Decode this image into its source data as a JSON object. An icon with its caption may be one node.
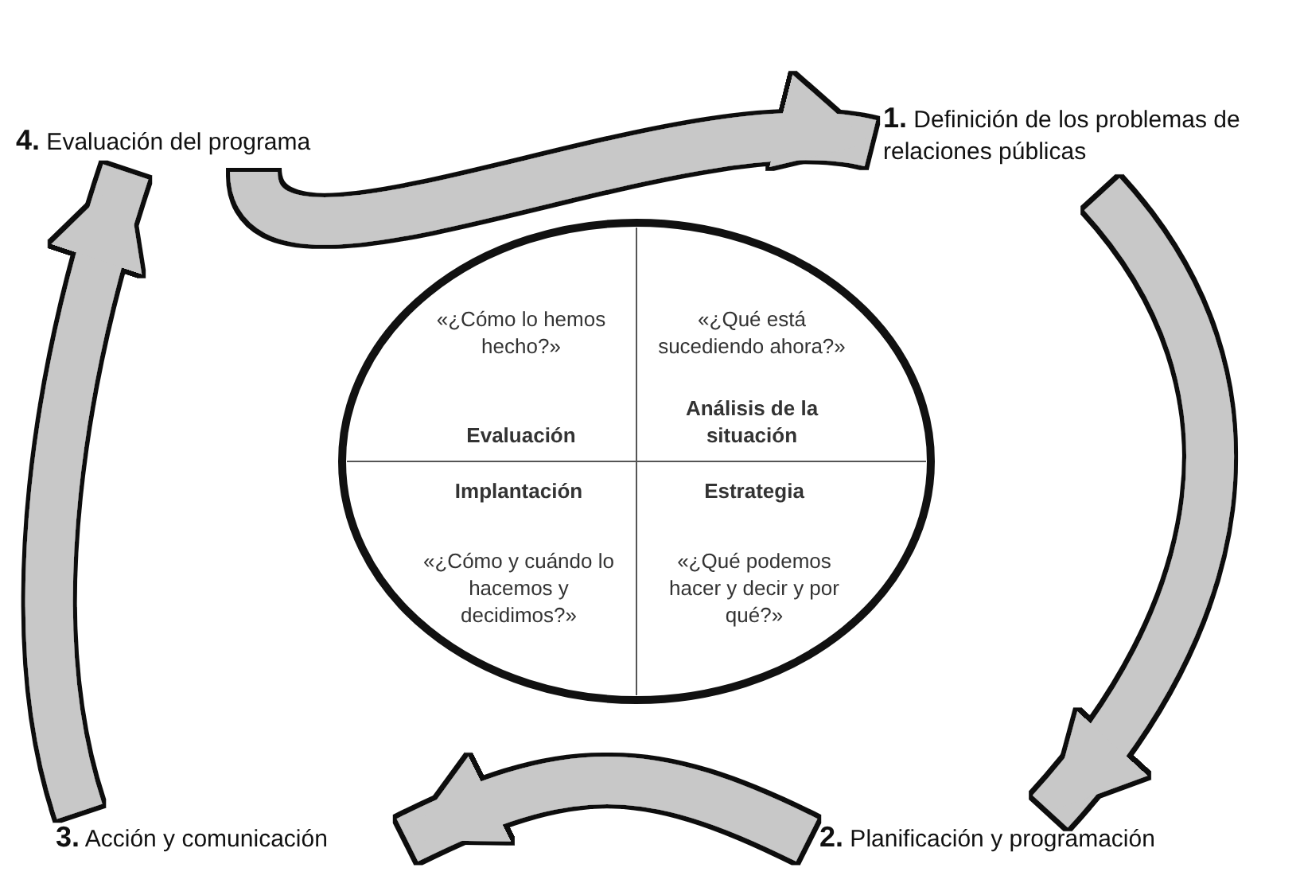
{
  "diagram": {
    "nodes": [
      {
        "text": [
          "**4.** Evaluación del programa"
        ]
      },
      {
        "text": [
          "**1.** Definición de los problemas de relaciones públicas"
        ]
      },
      {
        "text": [
          "«¿Cómo lo hemos hecho?»",
          "Evaluación"
        ]
      },
      {
        "text": [
          "«¿Qué está sucediendo ahora?»",
          "Análisis de la situación"
        ]
      },
      {
        "text": [
          "Implantación",
          "«¿Cómo y cuándo lo hacemos y decidimos?»"
        ]
      },
      {
        "text": [
          "Estrategia",
          "«¿Qué podemos hacer y decir y por qué?»"
        ]
      },
      {
        "text": [
          "**3.** Acción y comunicación"
        ]
      },
      {
        "text": [
          "**2.** Planificación y programación"
        ]
      }
    ],
    "edges": [
      {
        "from": 0,
        "to": 1,
        "arrow": "to"
      },
      {
        "from": 1,
        "to": 7,
        "arrow": "to"
      },
      {
        "from": 7,
        "to": 6,
        "arrow": "to"
      },
      {
        "from": 6,
        "to": 0,
        "arrow": "to"
      }
    ]
  }
}
